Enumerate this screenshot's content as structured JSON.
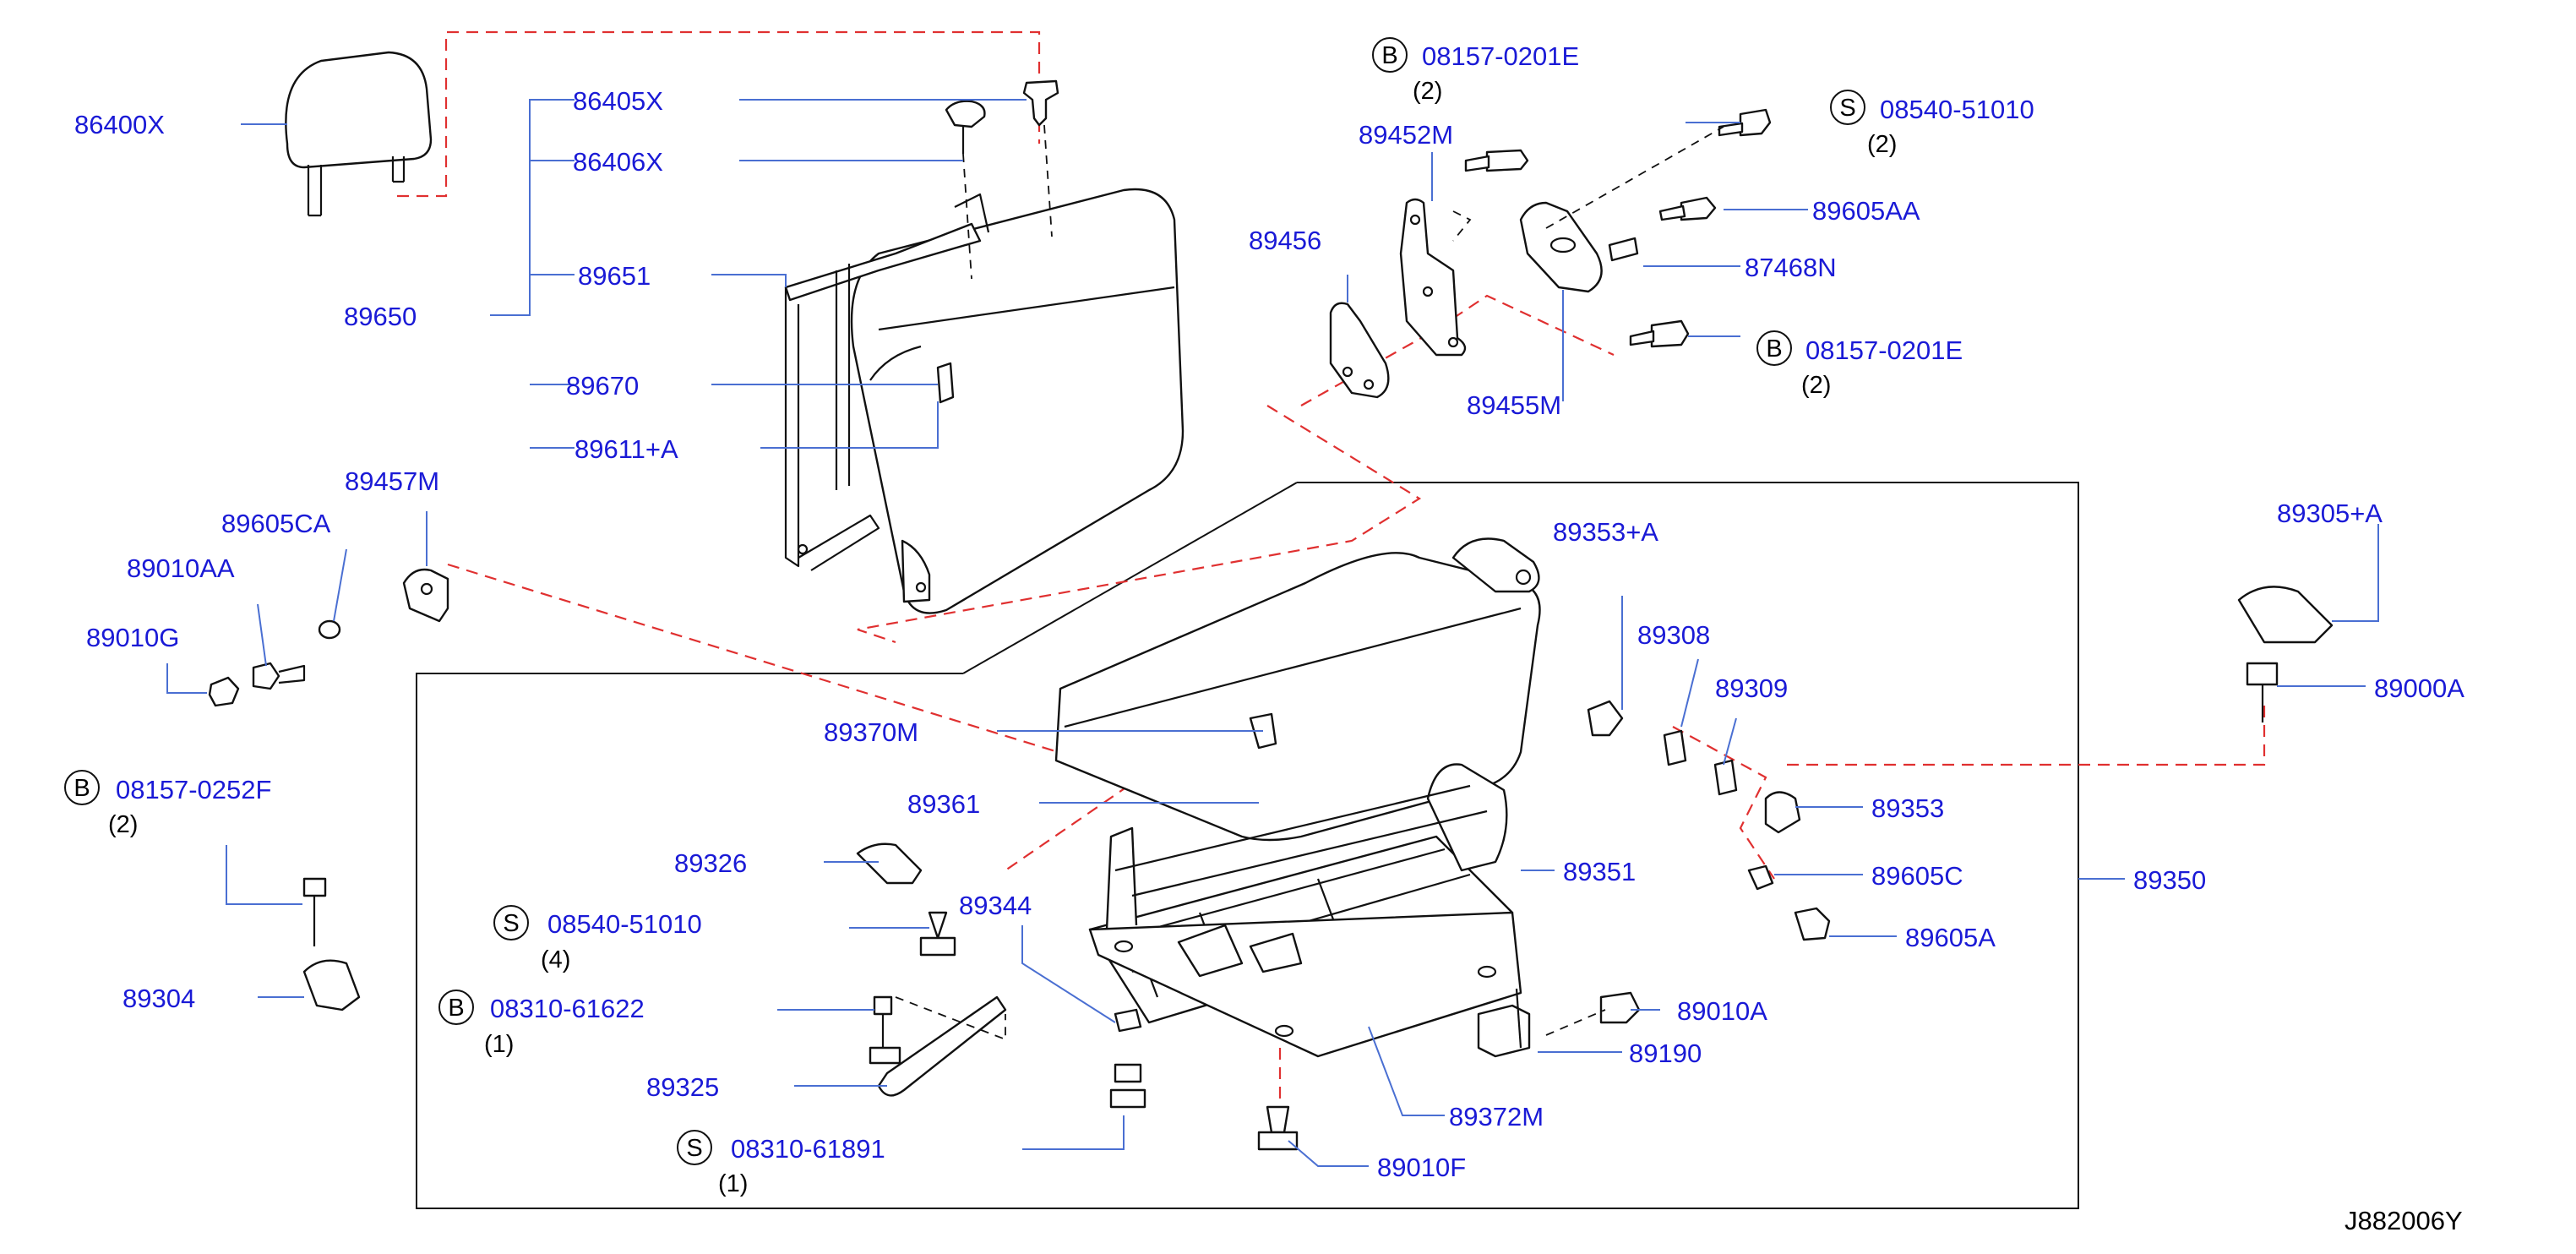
{
  "parts": {
    "p86400X": "86400X",
    "p86405X": "86405X",
    "p86406X": "86406X",
    "p89650": "89650",
    "p89651": "89651",
    "p89670": "89670",
    "p89611A": "89611+A",
    "p89457M": "89457M",
    "p89605CA": "89605CA",
    "p89010AA": "89010AA",
    "p89010G": "89010G",
    "p08157_0252F": "08157-0252F",
    "p89304": "89304",
    "p08157_0201E_top": "08157-0201E",
    "p89452M": "89452M",
    "p89456": "89456",
    "p08540_51010_top": "08540-51010",
    "p89605AA": "89605AA",
    "p87468N": "87468N",
    "p08157_0201E_mid": "08157-0201E",
    "p89455M": "89455M",
    "p89305A": "89305+A",
    "p89000A": "89000A",
    "p89353A": "89353+A",
    "p89308": "89308",
    "p89309": "89309",
    "p89353": "89353",
    "p89605C": "89605C",
    "p89605A": "89605A",
    "p89350": "89350",
    "p89351": "89351",
    "p89370M": "89370M",
    "p89361": "89361",
    "p89326": "89326",
    "p89344": "89344",
    "p08540_51010_low": "08540-51010",
    "p08310_61622": "08310-61622",
    "p89325": "89325",
    "p08310_61891": "08310-61891",
    "p89010A": "89010A",
    "p89190": "89190",
    "p89372M": "89372M",
    "p89010F": "89010F"
  },
  "quantities": {
    "q08157_0252F": "(2)",
    "q08157_0201E_top": "(2)",
    "q08540_51010_top": "(2)",
    "q08157_0201E_mid": "(2)",
    "q08540_51010_low": "(4)",
    "q08310_61622": "(1)",
    "q08310_61891": "(1)"
  },
  "prefixes": {
    "b": "B",
    "s": "S"
  },
  "reference_code": "J882006Y",
  "colors": {
    "part_number": "#1a1ad6",
    "leader_line": "#4a6fd2",
    "alignment_dash": "#e03030",
    "outline": "#111111"
  }
}
